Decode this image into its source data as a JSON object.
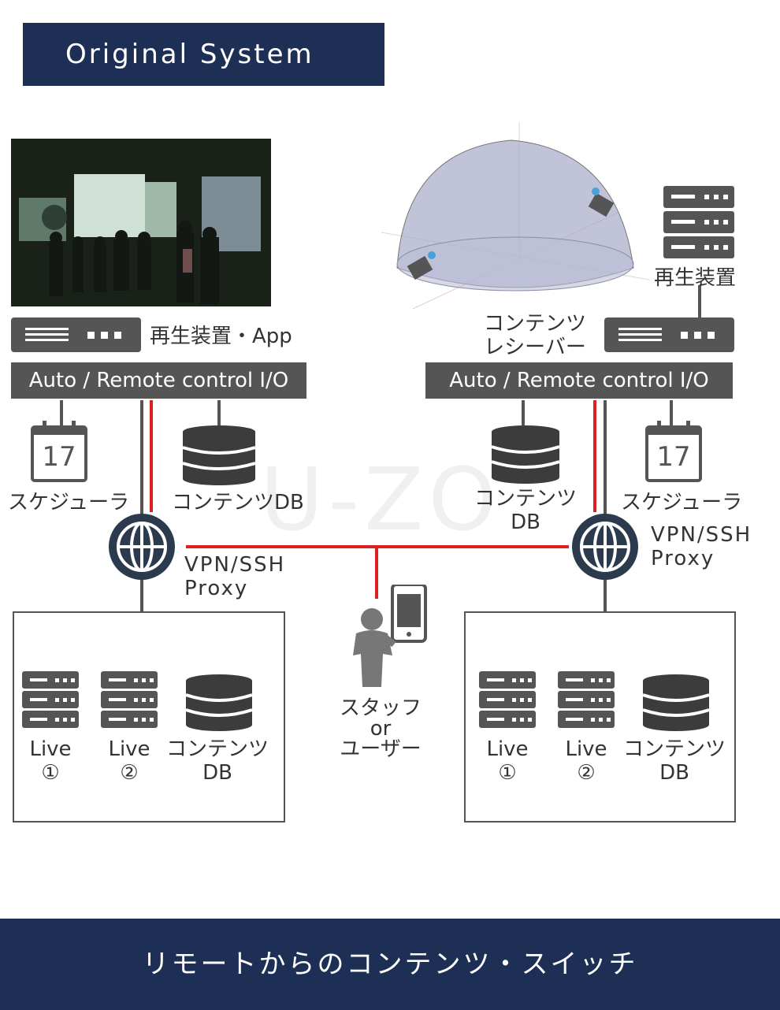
{
  "header": {
    "title": "Original System"
  },
  "footer": {
    "caption": "リモートからのコンテンツ・スイッチ"
  },
  "watermark": "U-ZO",
  "left": {
    "player_label": "再生装置・App",
    "io_bar": "Auto / Remote  control  I/O",
    "calendar_day": "17",
    "scheduler_label": "スケジューラ",
    "db_label": "コンテンツDB",
    "vpn_label_1": "VPN/SSH",
    "vpn_label_2": "Proxy",
    "servers": [
      {
        "name": "Live",
        "num": "①"
      },
      {
        "name": "Live",
        "num": "②"
      }
    ],
    "content_db_1": "コンテンツ",
    "content_db_2": "DB"
  },
  "right": {
    "player_label": "再生装置",
    "receiver_label_1": "コンテンツ",
    "receiver_label_2": "レシーバー",
    "io_bar": "Auto / Remote  control  I/O",
    "calendar_day": "17",
    "scheduler_label": "スケジューラ",
    "db_label_1": "コンテンツ",
    "db_label_2": "DB",
    "vpn_label_1": "VPN/SSH",
    "vpn_label_2": "Proxy",
    "servers": [
      {
        "name": "Live",
        "num": "①"
      },
      {
        "name": "Live",
        "num": "②"
      }
    ],
    "content_db_1": "コンテンツ",
    "content_db_2": "DB"
  },
  "center": {
    "user_label_1": "スタッフ",
    "user_label_2": "or",
    "user_label_3": "ユーザー"
  },
  "colors": {
    "navy": "#1e2f55",
    "gray": "#555555",
    "red": "#e02020"
  }
}
